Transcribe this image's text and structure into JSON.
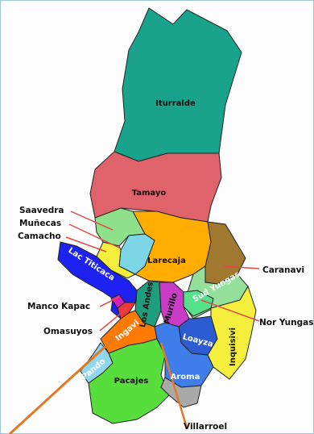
{
  "colors": {
    "iturralde": "#1aa38c",
    "tamayo": "#e0636c",
    "saavedra": "#8ee08a",
    "munecas": "#7cd6e6",
    "camacho": "#f4ef3c",
    "larecaja": "#ffad00",
    "caranavi": "#a07830",
    "sud_yungas": "#94df9a",
    "nor_yungas": "#55e08a",
    "lake": "#1d22f0",
    "manco_kapac": "#d81fb5",
    "omasuyos": "#f03838",
    "los_andes": "#1f9e7e",
    "murillo": "#c83cc8",
    "ingavi": "#ff7a00",
    "pando": "#8fd7ee",
    "pacajes": "#57de3c",
    "aroma": "#3f7eea",
    "loayza": "#2d5cd2",
    "inquisivi": "#f4ef3c",
    "villarroel": "#a9a9a9",
    "leader_line": "#e04a4a",
    "orange_line": "#e07a28"
  },
  "labels": {
    "iturralde": "Iturralde",
    "tamayo": "Tamayo",
    "saavedra": "Saavedra",
    "munecas": "Muñecas",
    "camacho": "Camacho",
    "larecaja": "Larecaja",
    "caranavi": "Caranavi",
    "lac_titicaca": "Lac Titicaca",
    "manco_kapac": "Manco Kapac",
    "omasuyos": "Omasuyos",
    "los_andes": "Los Andes",
    "murillo": "Murillo",
    "sud_yungas": "Sud Yungas",
    "nor_yungas": "Nor Yungas",
    "ingavi": "Ingavi",
    "pando": "Pando",
    "pacajes": "Pacajes",
    "loayza": "Loayza",
    "inquisivi": "Inquisivi",
    "aroma": "Aroma",
    "villarroel": "Villarroel"
  }
}
